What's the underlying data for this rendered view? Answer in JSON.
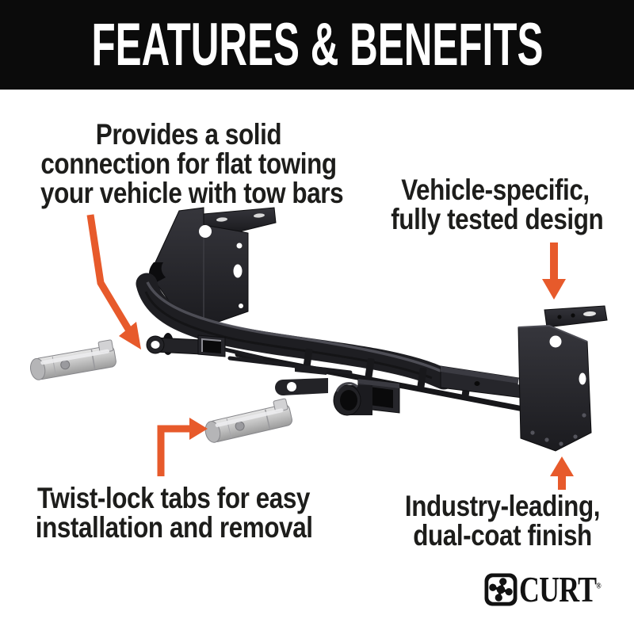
{
  "banner": {
    "title": "FEATURES & BENEFITS"
  },
  "callouts": {
    "flat_towing": {
      "lines": [
        "Provides a solid",
        "connection for flat towing",
        "your vehicle with tow bars"
      ]
    },
    "vehicle_specific": {
      "lines": [
        "Vehicle-specific,",
        "fully tested design"
      ]
    },
    "twist_lock": {
      "lines": [
        "Twist-lock tabs for easy",
        "installation and removal"
      ]
    },
    "finish": {
      "lines": [
        "Industry-leading,",
        "dual-coat finish"
      ]
    }
  },
  "logo": {
    "brand": "CURT",
    "registered": "®"
  },
  "illustration": {
    "alt": "Black vehicle baseplate crossbar with two silver twist-lock tabs, exploded view"
  },
  "colors": {
    "accent_orange": "#E75A2B",
    "banner_bg": "#0B0B0B",
    "text_dark": "#1D1D1B",
    "steel_black": "#232327",
    "metal_silver": "#C7C7C7",
    "background": "#FFFFFF"
  }
}
